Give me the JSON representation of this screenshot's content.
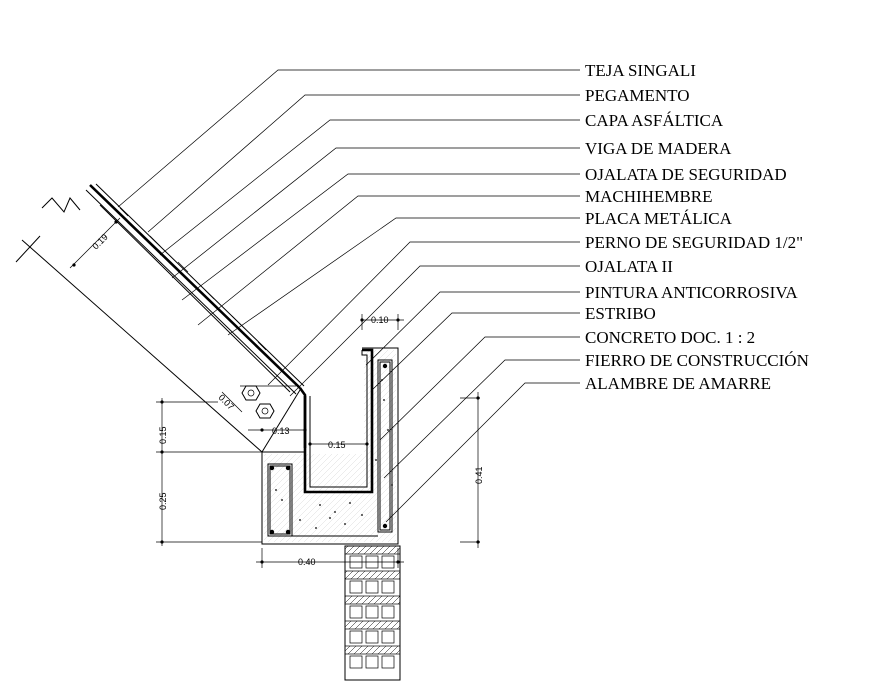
{
  "labels": [
    "TEJA SINGALI",
    "PEGAMENTO",
    "CAPA ASFÁLTICA",
    "VIGA DE MADERA",
    "OJALATA DE SEGURIDAD",
    "MACHIHEMBRE",
    "PLACA METÁLICA",
    "PERNO DE SEGURIDAD 1/2\"",
    "OJALATA II",
    "PINTURA ANTICORROSIVA",
    "ESTRIBO",
    "CONCRETO DOC. 1 : 2",
    "FIERRO DE CONSTRUCCIÓN",
    "ALAMBRE DE AMARRE"
  ],
  "dimensions": {
    "roof_thickness": "0.19",
    "gutter_lip": "0.10",
    "bolt_spacing": "0.07",
    "plate_offset": "0.13",
    "gutter_width": "0.15",
    "left_upper": "0.15",
    "left_lower": "0.25",
    "base_width": "0.40",
    "right_height": "0.41"
  }
}
